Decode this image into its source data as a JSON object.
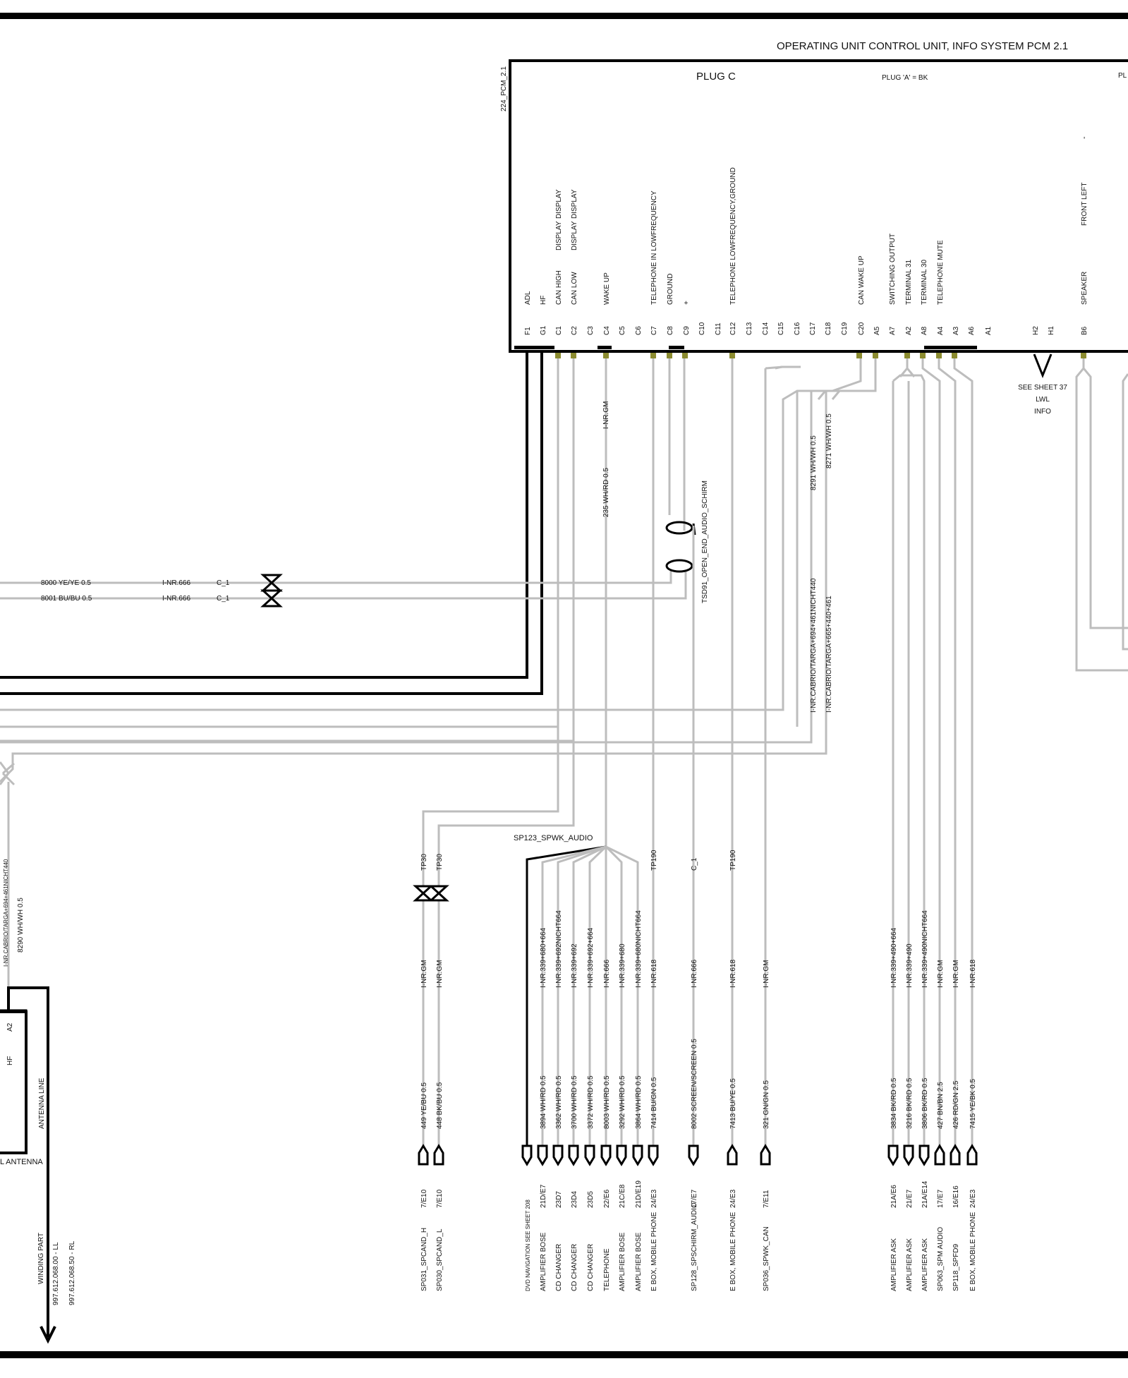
{
  "header": {
    "title": "OPERATING UNIT  CONTROL UNIT, INFO SYSTEM  PCM 2.1",
    "component_code": "224_PCM_2.1",
    "plug_c_label": "PLUG   C",
    "plug_a_label": "PLUG 'A' = BK",
    "plug_cut_label": "PL"
  },
  "pins": [
    {
      "code": "F1",
      "func": [
        "ADL"
      ]
    },
    {
      "code": "G1",
      "func": [
        "HF"
      ]
    },
    {
      "code": "C1",
      "func": [
        "CAN HIGH",
        "DISPLAY",
        "DISPLAY"
      ]
    },
    {
      "code": "C2",
      "func": [
        "CAN LOW",
        "DISPLAY",
        "DISPLAY"
      ]
    },
    {
      "code": "C3",
      "func": []
    },
    {
      "code": "C4",
      "func": [
        "WAKE UP"
      ]
    },
    {
      "code": "C5",
      "func": []
    },
    {
      "code": "C6",
      "func": []
    },
    {
      "code": "C7",
      "func": [
        "TELEPHONE IN  LOWFREQUENCY"
      ]
    },
    {
      "code": "C8",
      "func": [
        "GROUND"
      ]
    },
    {
      "code": "C9",
      "func": [
        "+"
      ]
    },
    {
      "code": "C10",
      "func": []
    },
    {
      "code": "C11",
      "func": []
    },
    {
      "code": "C12",
      "func": [
        "TELEPHONE  LOWFREQUENCY,GROUND"
      ]
    },
    {
      "code": "C13",
      "func": []
    },
    {
      "code": "C14",
      "func": []
    },
    {
      "code": "C15",
      "func": []
    },
    {
      "code": "C16",
      "func": []
    },
    {
      "code": "C17",
      "func": []
    },
    {
      "code": "C18",
      "func": []
    },
    {
      "code": "C19",
      "func": []
    },
    {
      "code": "C20",
      "func": [
        "CAN  WAKE UP"
      ]
    },
    {
      "code": "A5",
      "func": []
    },
    {
      "code": "A7",
      "func": [
        "SWITCHING OUTPUT"
      ]
    },
    {
      "code": "A2",
      "func": [
        "TERMINAL 31"
      ]
    },
    {
      "code": "A8",
      "func": [
        "TERMINAL 30"
      ]
    },
    {
      "code": "A4",
      "func": [
        "TELEPHONE MUTE"
      ]
    },
    {
      "code": "A3",
      "func": []
    },
    {
      "code": "A6",
      "func": []
    },
    {
      "code": "A1",
      "func": []
    },
    {
      "code": "H2",
      "func": []
    },
    {
      "code": "H1",
      "func": []
    },
    {
      "code": "B6",
      "func": [
        "SPEAKER",
        "FRONT LEFT"
      ]
    }
  ],
  "dash_label": "-",
  "see_sheet_37": [
    "SEE SHEET 37",
    "LWL",
    "INFO"
  ],
  "left_wires": [
    {
      "wire": "8000 YE/YE 0.5",
      "inr": "I-NR.666",
      "cl": "C_1"
    },
    {
      "wire": "8001 BU/BU 0.5",
      "inr": "I-NR.666",
      "cl": "C_1"
    }
  ],
  "mid_labels": {
    "c4_gm": "I-NR.GM",
    "c4_wire": "235 WH/RD 0.5",
    "shield": "TSD91_OPEN_END_AUDIO_SCHIRM",
    "w8291": "8291 WH/WH 0.5",
    "w8271": "8271 WH/WH 0.5",
    "cabrio1": "I-NR.CABRIO/TARGA+694+461NICHT440",
    "cabrio2": "I-NR.CABRIO/TARGA+665+440+461",
    "splice": "SP123_SPWK_AUDIO"
  },
  "antenna": {
    "cabrio_label": "I-NR.CABRIO/TARGA+694+461NICHT440",
    "wire": "8290 WH/WH 0.5",
    "a2": "A2",
    "hf": "HF",
    "line": "ANTENNA LINE",
    "name": "L ANTENNA",
    "winding": "WINDING PART",
    "part_ll": "997.612.068.00 - LL",
    "part_rl": "997.612.068.50 - RL"
  },
  "bottom_columns": [
    {
      "tp": "TP30",
      "inr": "I-NR.GM",
      "wire": "449 YE/BU 0.5",
      "ref": "7/E10",
      "dest": "SP031_SPCAND_H"
    },
    {
      "tp": "TP30",
      "inr": "I-NR.GM",
      "wire": "448 BK/BU 0.5",
      "ref": "7/E10",
      "dest": "SP030_SPCAND_L"
    },
    {
      "tp": "",
      "inr": "",
      "wire": "",
      "ref": "",
      "dest": "DVD NAVIGATION  SEE SHEET 208"
    },
    {
      "tp": "",
      "inr": "I-NR.339+680+664",
      "wire": "3894 WH/RD 0.5",
      "ref": "21D/E7",
      "dest": "AMPLIFIER   BOSE"
    },
    {
      "tp": "",
      "inr": "I-NR.339+692NICHT664",
      "wire": "3362 WH/RD 0.5",
      "ref": "23D7",
      "dest": "CD CHANGER"
    },
    {
      "tp": "",
      "inr": "I-NR.339+692",
      "wire": "3700 WH/RD 0.5",
      "ref": "23D4",
      "dest": "CD CHANGER"
    },
    {
      "tp": "",
      "inr": "I-NR.339+692+664",
      "wire": "3372 WH/RD 0.5",
      "ref": "23D5",
      "dest": "CD CHANGER"
    },
    {
      "tp": "",
      "inr": "I-NR.666",
      "wire": "8003 WH/RD 0.5",
      "ref": "22/E6",
      "dest": "TELEPHONE"
    },
    {
      "tp": "",
      "inr": "I-NR.339+680",
      "wire": "3292 WH/RD 0.5",
      "ref": "21C/E8",
      "dest": "AMPLIFIER  BOSE"
    },
    {
      "tp": "",
      "inr": "I-NR.339+680NICHT664",
      "wire": "3864 WH/RD 0.5",
      "ref": "21D/E19",
      "dest": "AMPLIFIER  BOSE"
    },
    {
      "tp": "TP190",
      "inr": "I-NR.618",
      "wire": "7414 BU/GN 0.5",
      "ref": "24/E3",
      "dest": "E BOX, MOBILE PHONE"
    },
    {
      "tp": "C_1",
      "inr": "I-NR.666",
      "wire": "8002 SCREEN/SCREEN 0.5",
      "ref": "17/E7",
      "dest": "SP128_SPSCHIRM_AUDIO"
    },
    {
      "tp": "TP190",
      "inr": "I-NR.618",
      "wire": "7413 BU/YE 0.5",
      "ref": "24/E3",
      "dest": "E BOX, MOBILE PHONE"
    },
    {
      "tp": "",
      "inr": "I-NR.GM",
      "wire": "321 GN/GN 0.5",
      "ref": "7/E11",
      "dest": "SP036_SPWK_CAN"
    },
    {
      "tp": "",
      "inr": "I-NR.339+490+664",
      "wire": "3834 BK/RD 0.5",
      "ref": "21A/E6",
      "dest": "AMPLIFIER   ASK"
    },
    {
      "tp": "",
      "inr": "I-NR.339+490",
      "wire": "3216 BK/RD 0.5",
      "ref": "21/E7",
      "dest": "AMPLIFIER   ASK"
    },
    {
      "tp": "",
      "inr": "I-NR.339+490NICHT664",
      "wire": "3806 BK/RD 0.5",
      "ref": "21A/E14",
      "dest": "AMPLIFIER   ASK"
    },
    {
      "tp": "",
      "inr": "I-NR.GM",
      "wire": "427 BN/BN 2.5",
      "ref": "17/E7",
      "dest": "SP063_SPM AUDIO"
    },
    {
      "tp": "",
      "inr": "I-NR.GM",
      "wire": "426 RD/GN 2.5",
      "ref": "16/E16",
      "dest": "SP118_SPFD9"
    },
    {
      "tp": "",
      "inr": "I-NR.618",
      "wire": "7415 YE/BK 0.5",
      "ref": "24/E3",
      "dest": "E BOX, MOBILE PHONE"
    }
  ]
}
